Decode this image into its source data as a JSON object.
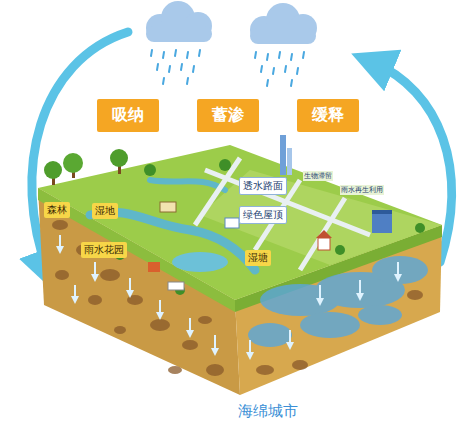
{
  "diagram": {
    "caption": "海绵城市",
    "nodes": [
      {
        "text": [
          "吸纳"
        ]
      },
      {
        "text": [
          "蓄渗"
        ]
      },
      {
        "text": [
          "缓释"
        ]
      },
      {
        "text": [
          "透水路面"
        ]
      },
      {
        "text": [
          "森林"
        ]
      },
      {
        "text": [
          "湿地"
        ]
      },
      {
        "text": [
          "绿色屋顶"
        ]
      },
      {
        "text": [
          "雨水花园"
        ]
      },
      {
        "text": [
          "湿塘"
        ]
      }
    ],
    "labels": [
      "生物滞留",
      "雨水再生利用"
    ]
  }
}
